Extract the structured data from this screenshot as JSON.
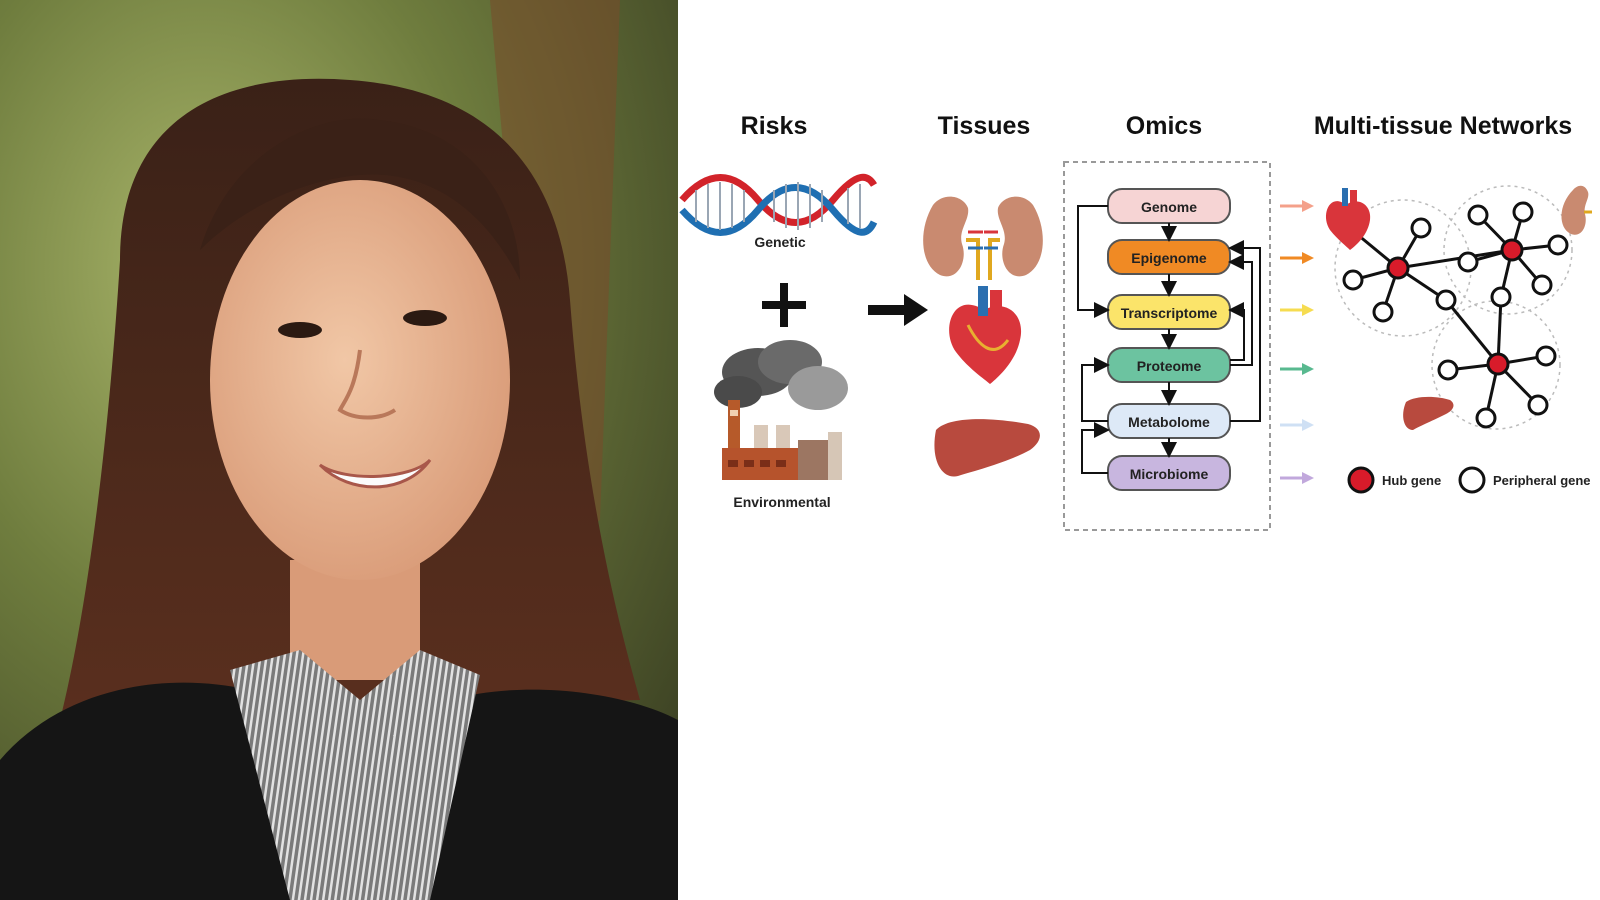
{
  "columns": {
    "risks": "Risks",
    "tissues": "Tissues",
    "omics": "Omics",
    "networks": "Multi-tissue Networks"
  },
  "risks": {
    "genetic": "Genetic",
    "environmental": "Environmental"
  },
  "omics_layers": [
    {
      "label": "Genome",
      "color": "#f6d4d4"
    },
    {
      "label": "Epigenome",
      "color": "#f08a24"
    },
    {
      "label": "Transcriptome",
      "color": "#fbe46a"
    },
    {
      "label": "Proteome",
      "color": "#6cc3a0"
    },
    {
      "label": "Metabolome",
      "color": "#dde9f7"
    },
    {
      "label": "Microbiome",
      "color": "#c8b6df"
    }
  ],
  "legend": {
    "hub": "Hub gene",
    "peripheral": "Peripheral gene"
  },
  "colors": {
    "hub": "#d81b2a",
    "dna_red": "#d2232a",
    "dna_blue": "#1f6fb2",
    "heart": "#d9353b",
    "liver": "#b84a3e",
    "kidney": "#c98a70"
  }
}
